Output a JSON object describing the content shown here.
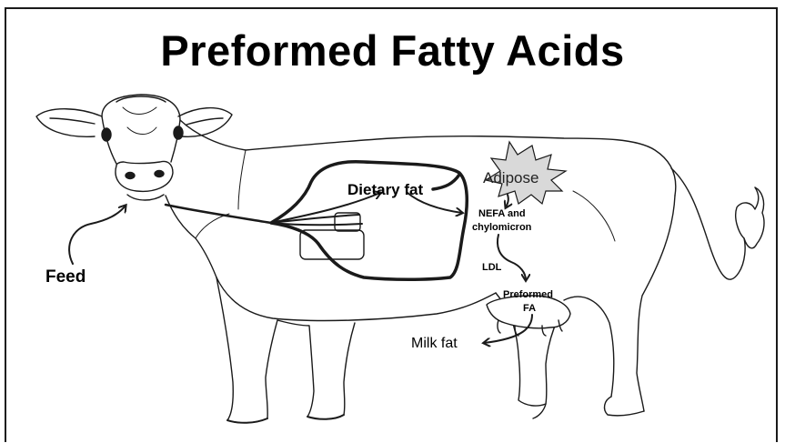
{
  "slide": {
    "title": "Preformed Fatty Acids"
  },
  "labels": {
    "feed": "Feed",
    "dietary_fat": "Dietary fat",
    "adipose": "Adipose",
    "nefa_line1": "NEFA and",
    "nefa_line2": "chylomicron",
    "ldl": "LDL",
    "preformed_line1": "Preformed",
    "preformed_line2": "FA",
    "milk_fat": "Milk fat"
  },
  "colors": {
    "outline": "#1a1a1a",
    "adipose_fill": "#d9d9d9",
    "background": "#ffffff"
  }
}
